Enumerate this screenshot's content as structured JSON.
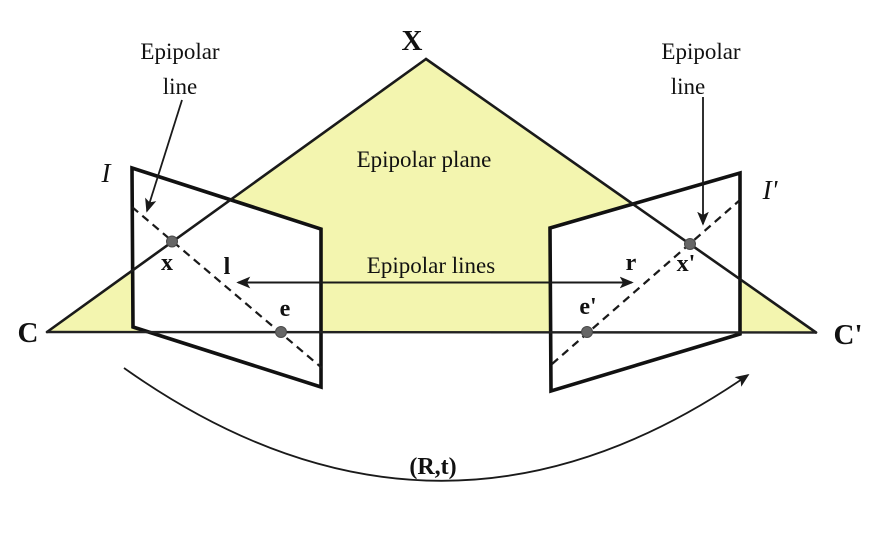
{
  "colors": {
    "background": "#FFFFFF",
    "epipolar_plane_fill": "#F3F5AF",
    "image_plane_fill": "#FFFFFF",
    "line": "#1A1A1A",
    "point_fill": "#666666",
    "point_stroke": "#494949"
  },
  "labels": {
    "world_point": "X",
    "left_camera_center": "C",
    "right_camera_center": "C'",
    "left_image_plane": "I",
    "right_image_plane": "I'",
    "left_image_point": "x",
    "right_image_point": "x'",
    "left_epipole": "e",
    "right_epipole": "e'",
    "left_line_symbol": "l",
    "right_line_symbol": "r",
    "transform": "(R,t)"
  },
  "captions": {
    "left_epipolar_line_line1": "Epipolar",
    "left_epipolar_line_line2": "line",
    "right_epipolar_line_line1": "Epipolar",
    "right_epipolar_line_line2": "line",
    "epipolar_plane": "Epipolar plane",
    "epipolar_lines": "Epipolar lines"
  }
}
